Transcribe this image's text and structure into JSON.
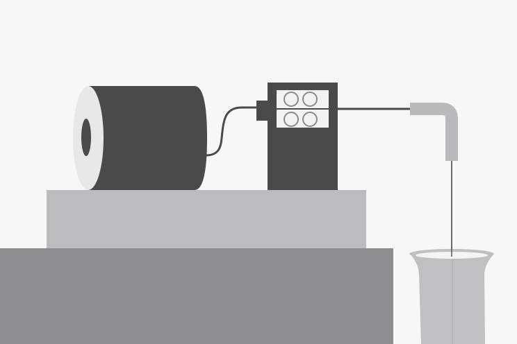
{
  "scene": {
    "colors": {
      "background": "#f7f7f7",
      "table_top": "#bbbcbd",
      "table_base": "#8d8e8f",
      "dark": "#4a4a4a",
      "spool_face": "#e8e8e8",
      "nozzle": "#b9babb",
      "cup": "#bfc0c1",
      "cup_inner": "#f4f4f4",
      "roller_stroke": "#8a8a8a"
    },
    "components": [
      {
        "name": "wire-spool",
        "icon": "spool-icon"
      },
      {
        "name": "feeder-unit",
        "icon": "feeder-rollers-icon"
      },
      {
        "name": "nozzle",
        "icon": "elbow-nozzle-icon"
      },
      {
        "name": "cup",
        "icon": "cup-icon"
      }
    ]
  }
}
